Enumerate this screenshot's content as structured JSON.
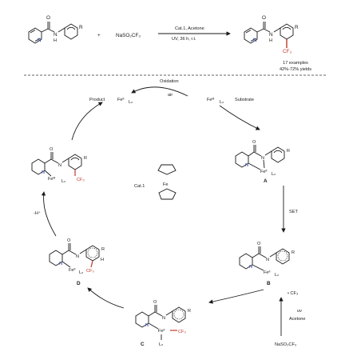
{
  "reaction": {
    "plus": "+",
    "reagent": "NaSO₂CF₃",
    "catalyst": "Cat.1, Acetone",
    "conditions": "UV, 36 h, r.t.",
    "examples": "17 examples",
    "yields": "42%-72% yields"
  },
  "labels": {
    "R": "R",
    "N": "N",
    "NH": "H",
    "O": "O",
    "CF3": "CF₃",
    "H": "H"
  },
  "cycle": {
    "oxidation": "Oxidation",
    "air": "air",
    "product": "Product",
    "fe2_top": "Feᴵᴵ",
    "fe3_top": "Feᴵᴵᴵ",
    "ln": "Lₙ",
    "substrate": "Substrate",
    "label_A": "A",
    "label_B": "B",
    "label_C": "C",
    "label_D": "D",
    "set": "SET",
    "hplus": "-H⁺",
    "cat_label": "Cat.1",
    "fe": "Fe",
    "cf3_radical": "• CF₃",
    "uv": "uv",
    "acetone": "Acetone",
    "reagent_bottom": "NaSO₂CF₃",
    "fe_A": "Feᴵᴵ",
    "fe_B": "Feᴵᴵ",
    "fe_C": "Feᴵᴵ",
    "fe_D": "Feᴵᴵ",
    "fe_E": "Feᴵᴵᴵ"
  }
}
